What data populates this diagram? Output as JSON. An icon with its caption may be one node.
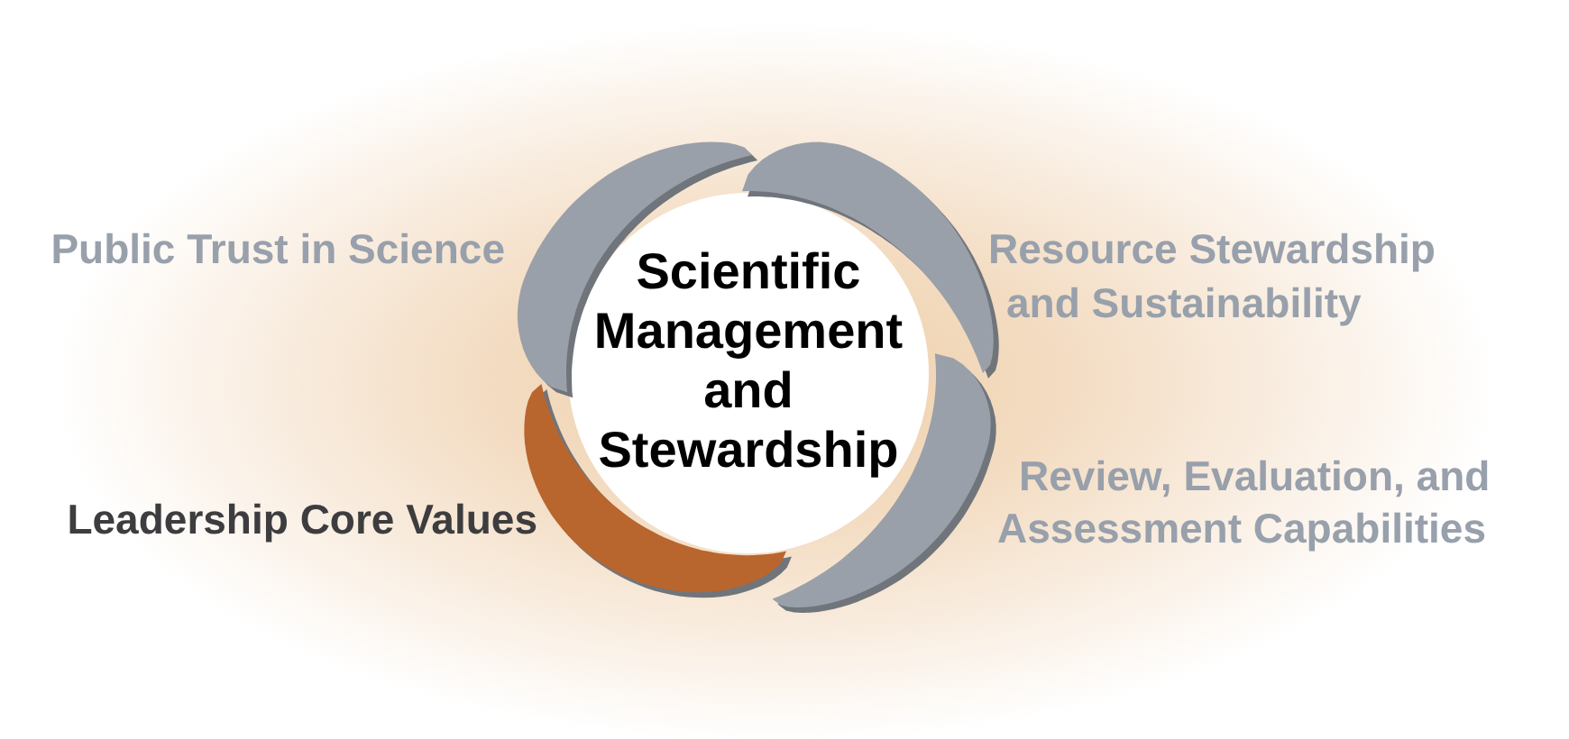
{
  "diagram": {
    "nodes": [
      {
        "text": [
          "Scientific Management and Stewardship"
        ]
      },
      {
        "text": [],
        "shape": "crescent",
        "beside": [
          "Public Trust in Science"
        ]
      },
      {
        "text": [],
        "shape": "crescent",
        "beside": [
          "Resource Stewardship and Sustainability"
        ]
      },
      {
        "text": [],
        "shape": "crescent",
        "beside": [
          "Review, Evaluation, and Assessment Capabilities"
        ]
      },
      {
        "text": [],
        "shape": "crescent",
        "beside": [
          "Leadership Core Values"
        ]
      }
    ]
  }
}
